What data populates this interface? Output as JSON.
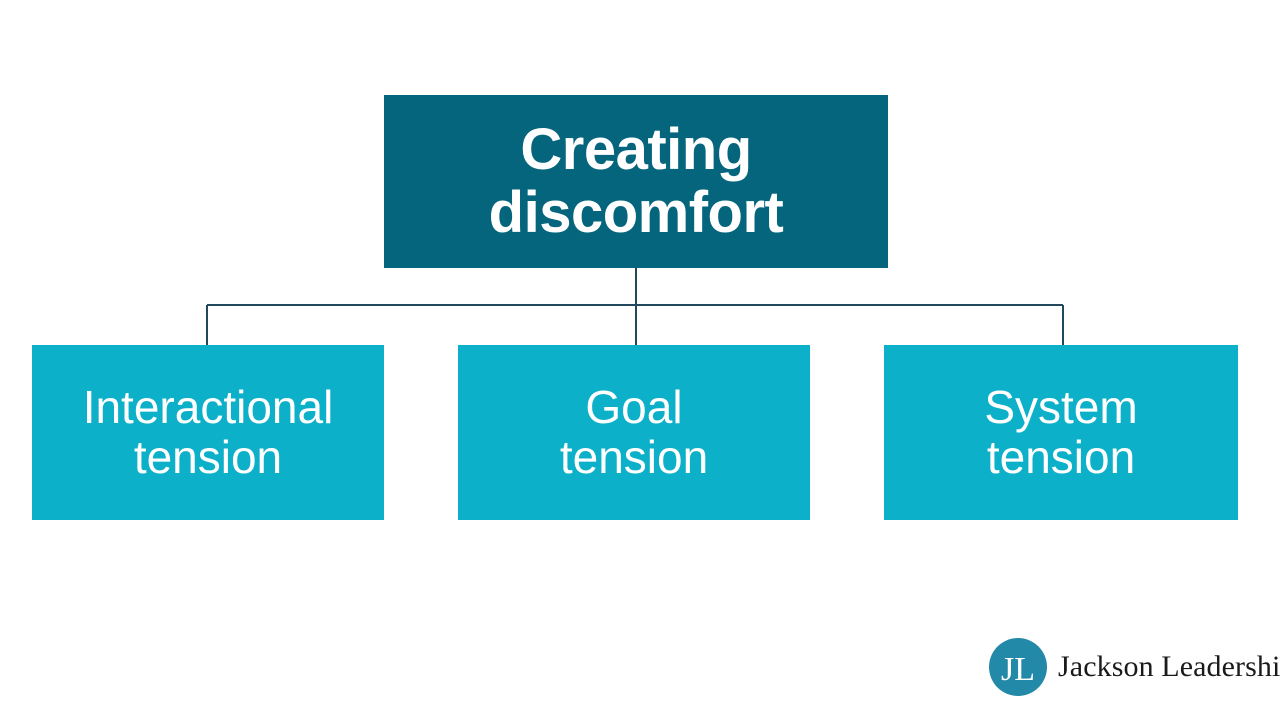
{
  "slide": {
    "background_color": "#ffffff",
    "root": {
      "label": "Creating\ndiscomfort",
      "fill_color": "#05657D",
      "text_color": "#ffffff"
    },
    "children": [
      {
        "label": "Interactional\ntension",
        "fill_color": "#0CB0C8",
        "text_color": "#ffffff"
      },
      {
        "label": "Goal\ntension",
        "fill_color": "#0CB0C8",
        "text_color": "#ffffff"
      },
      {
        "label": "System\ntension",
        "fill_color": "#0CB0C8",
        "text_color": "#ffffff"
      }
    ],
    "connector": {
      "color": "#21485C",
      "stroke_width": 2
    },
    "logo": {
      "monogram": "JL",
      "wordmark": "Jackson Leadership",
      "mark_color": "#2389A8",
      "monogram_color": "#ffffff",
      "wordmark_color": "#1A1A1A"
    }
  }
}
